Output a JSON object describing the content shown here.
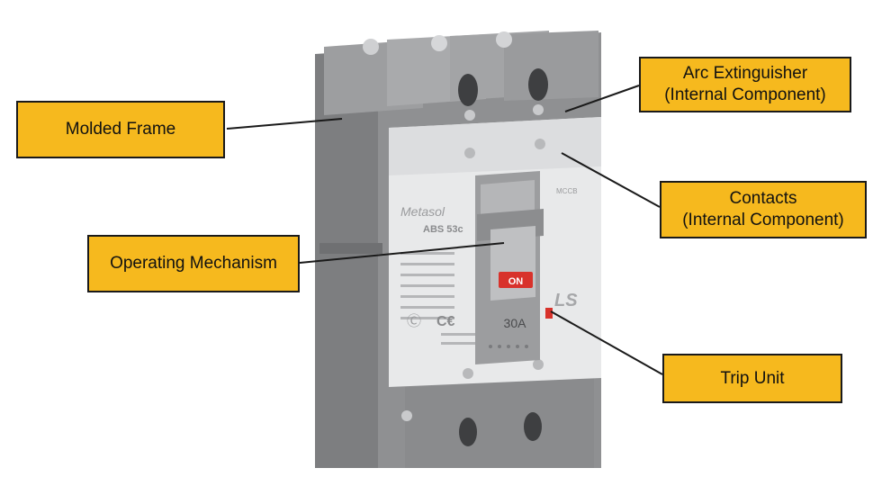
{
  "labels": {
    "molded_frame": "Molded Frame",
    "arc_line1": "Arc Extinguisher",
    "arc_line2": "(Internal Component)",
    "contacts_line1": "Contacts",
    "contacts_line2": "(Internal Component)",
    "operating_mechanism": "Operating Mechanism",
    "trip_unit": "Trip Unit"
  },
  "device": {
    "brand": "Metasol",
    "model": "ABS 53c",
    "type": "MCCB",
    "on_label": "ON",
    "rating": "30A",
    "maker_logo": "LS"
  },
  "colors": {
    "callout_fill": "#f6b91e",
    "callout_border": "#1a1a1a",
    "body_grey": "#8e8f91",
    "face_white": "#e9eaeb",
    "on_red": "#d8322b"
  }
}
